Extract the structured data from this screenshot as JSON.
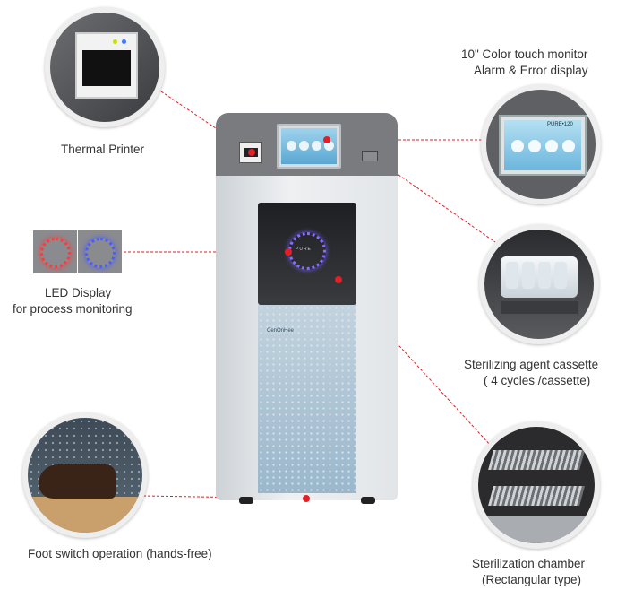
{
  "callouts": {
    "thermal_printer": "Thermal Printer",
    "monitor_line1": "10\" Color touch monitor",
    "monitor_line2": "Alarm & Error display",
    "led_line1": "LED Display",
    "led_line2": "for process monitoring",
    "cassette_line1": "Sterilizing agent cassette",
    "cassette_line2": "( 4 cycles /cassette)",
    "foot_switch": "Foot switch operation (hands-free)",
    "chamber_line1": "Sterilization chamber",
    "chamber_line2": "(Rectangular type)"
  },
  "device": {
    "screen_brand": "PURE•120",
    "door_logo": "PURE",
    "maker_logo": "CenOnHee"
  },
  "colors": {
    "accent_red": "#e41e26",
    "led_blue": "#4a5cff",
    "led_red": "#ff3a3a",
    "cabinet_gray": "#7a7b7e",
    "cabinet_light": "#e6e9ec",
    "panel_blue": "#a8c4d8"
  },
  "icons": {
    "leader_dot": "red-dot-icon"
  }
}
